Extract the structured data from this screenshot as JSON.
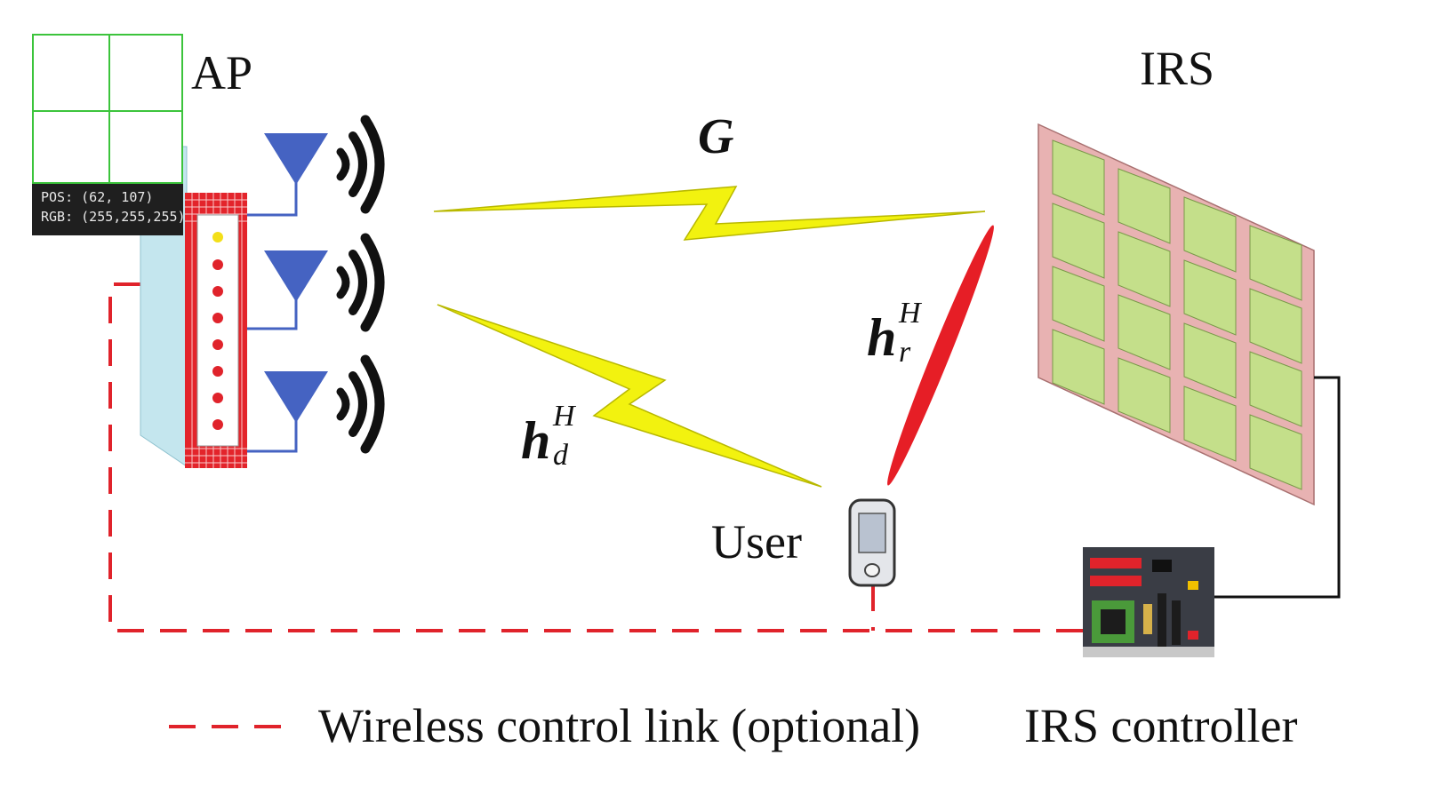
{
  "labels": {
    "ap": "AP",
    "irs": "IRS",
    "user": "User",
    "controller": "IRS controller",
    "legend": "Wireless control link (optional)",
    "g": "G",
    "hr_main": "h",
    "hr_sup": "H",
    "hr_sub": "r",
    "hd_main": "h",
    "hd_sup": "H",
    "hd_sub": "d"
  },
  "tooltip": {
    "pos": "POS: (62, 107)",
    "rgb": "RGB: (255,255,255)"
  },
  "colors": {
    "dashed_link": "#e0232b",
    "antenna": "#4563c2",
    "beam_yellow": "#f2f20f",
    "beam_red": "#e61e26",
    "irs_frame": "#e8b2b2",
    "irs_element": "#c4df8a",
    "tooltip_border": "#3cc43c"
  }
}
